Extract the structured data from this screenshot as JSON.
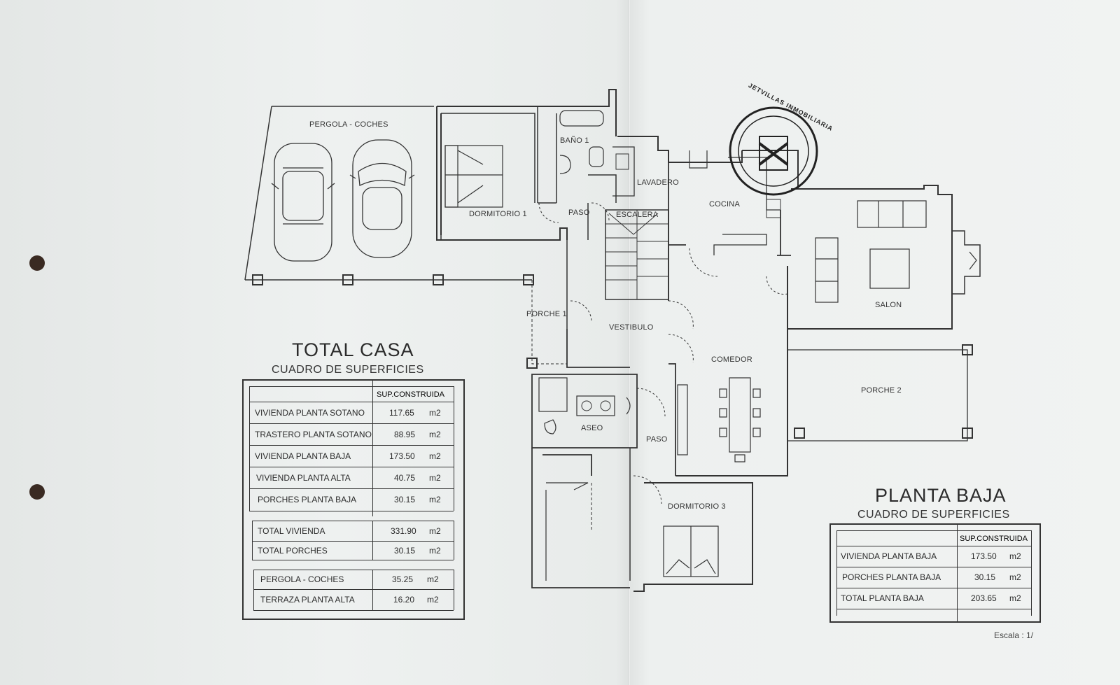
{
  "rooms": {
    "pergola": "PERGOLA - COCHES",
    "dormitorio1": "DORMITORIO 1",
    "bano1": "BAÑO 1",
    "paso1": "PASO",
    "lavadero": "LAVADERO",
    "escalera": "ESCALERA",
    "cocina": "COCINA",
    "salon": "SALON",
    "porche1": "PORCHE 1",
    "vestibulo": "VESTIBULO",
    "comedor": "COMEDOR",
    "porche2": "PORCHE 2",
    "aseo": "ASEO",
    "paso2": "PASO",
    "dormitorio3": "DORMITORIO 3"
  },
  "stamp": {
    "text": "JETVILLAS INMOBILIARIA"
  },
  "total_casa": {
    "title": "TOTAL CASA",
    "subtitle": "CUADRO DE SUPERFICIES",
    "header": "SUP.CONSTRUIDA",
    "unit": "m2",
    "rows": [
      {
        "label": "VIVIENDA PLANTA SOTANO",
        "value": "117.65"
      },
      {
        "label": "TRASTERO PLANTA SOTANO",
        "value": "88.95"
      },
      {
        "label": "VIVIENDA PLANTA BAJA",
        "value": "173.50"
      },
      {
        "label": "VIVIENDA PLANTA ALTA",
        "value": "40.75"
      },
      {
        "label": "PORCHES PLANTA BAJA",
        "value": "30.15"
      }
    ],
    "totals": [
      {
        "label": "TOTAL VIVIENDA",
        "value": "331.90"
      },
      {
        "label": "TOTAL PORCHES",
        "value": "30.15"
      }
    ],
    "extras": [
      {
        "label": "PERGOLA - COCHES",
        "value": "35.25"
      },
      {
        "label": "TERRAZA PLANTA ALTA",
        "value": "16.20"
      }
    ]
  },
  "planta_baja": {
    "title": "PLANTA BAJA",
    "subtitle": "CUADRO DE SUPERFICIES",
    "header": "SUP.CONSTRUIDA",
    "unit": "m2",
    "rows": [
      {
        "label": "VIVIENDA PLANTA BAJA",
        "value": "173.50"
      },
      {
        "label": "PORCHES PLANTA BAJA",
        "value": "30.15"
      },
      {
        "label": "TOTAL PLANTA BAJA",
        "value": "203.65"
      }
    ]
  },
  "scale": "Escala : 1/"
}
